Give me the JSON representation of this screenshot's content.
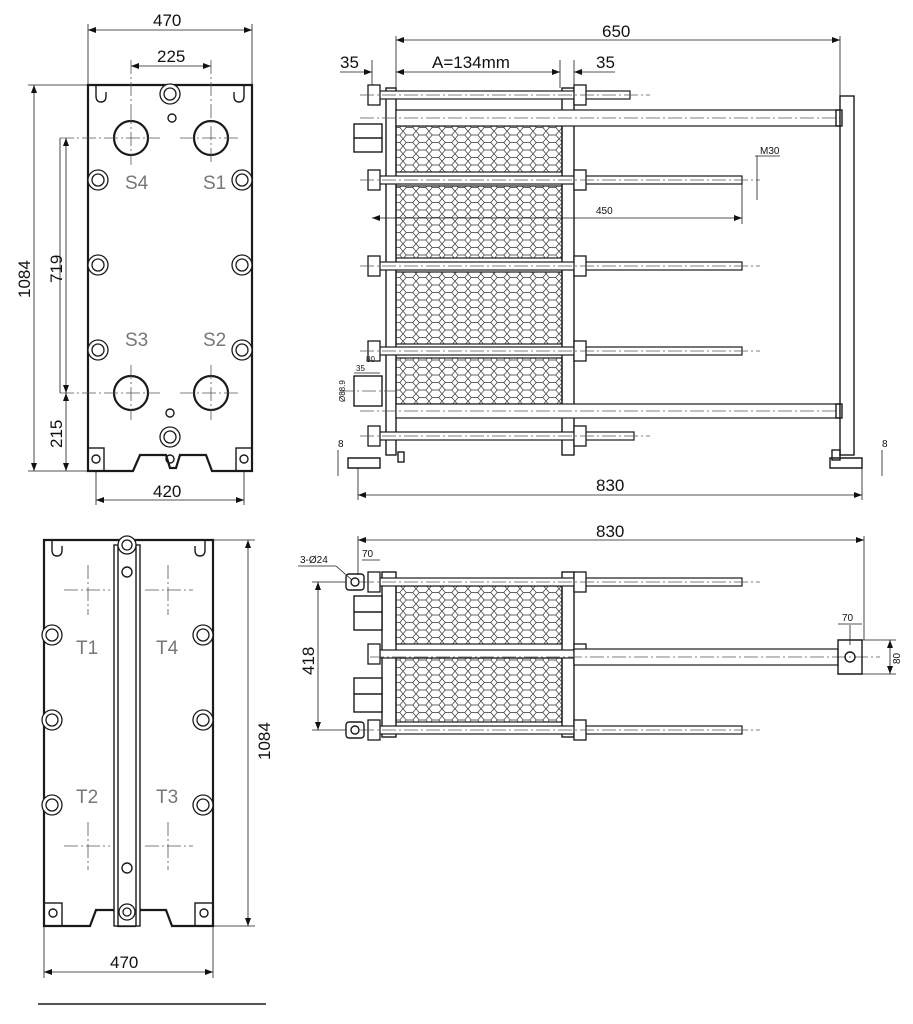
{
  "front_view": {
    "width": "470",
    "port_spacing": "225",
    "height": "1084",
    "port_vertical": "719",
    "bottom_offset": "215",
    "base_width": "420",
    "ports": [
      "S4",
      "S1",
      "S3",
      "S2"
    ]
  },
  "side_view": {
    "overall": "650",
    "left_offset": "35",
    "plate_pack": "A=134mm",
    "right_offset": "35",
    "thread": "M30",
    "bolt_length": "450",
    "nozzle_80": "80",
    "nozzle_35": "35",
    "nozzle_dia": "Ø88.9",
    "foot_left": "8",
    "foot_right": "8",
    "total_length": "830"
  },
  "rear_view": {
    "ports": [
      "T1",
      "T4",
      "T2",
      "T3"
    ],
    "height": "1084",
    "width": "470"
  },
  "top_view": {
    "total_length": "830",
    "holes": "3-Ø24",
    "hole_offset": "70",
    "height": "418",
    "right_offset": "70",
    "right_height": "80"
  }
}
